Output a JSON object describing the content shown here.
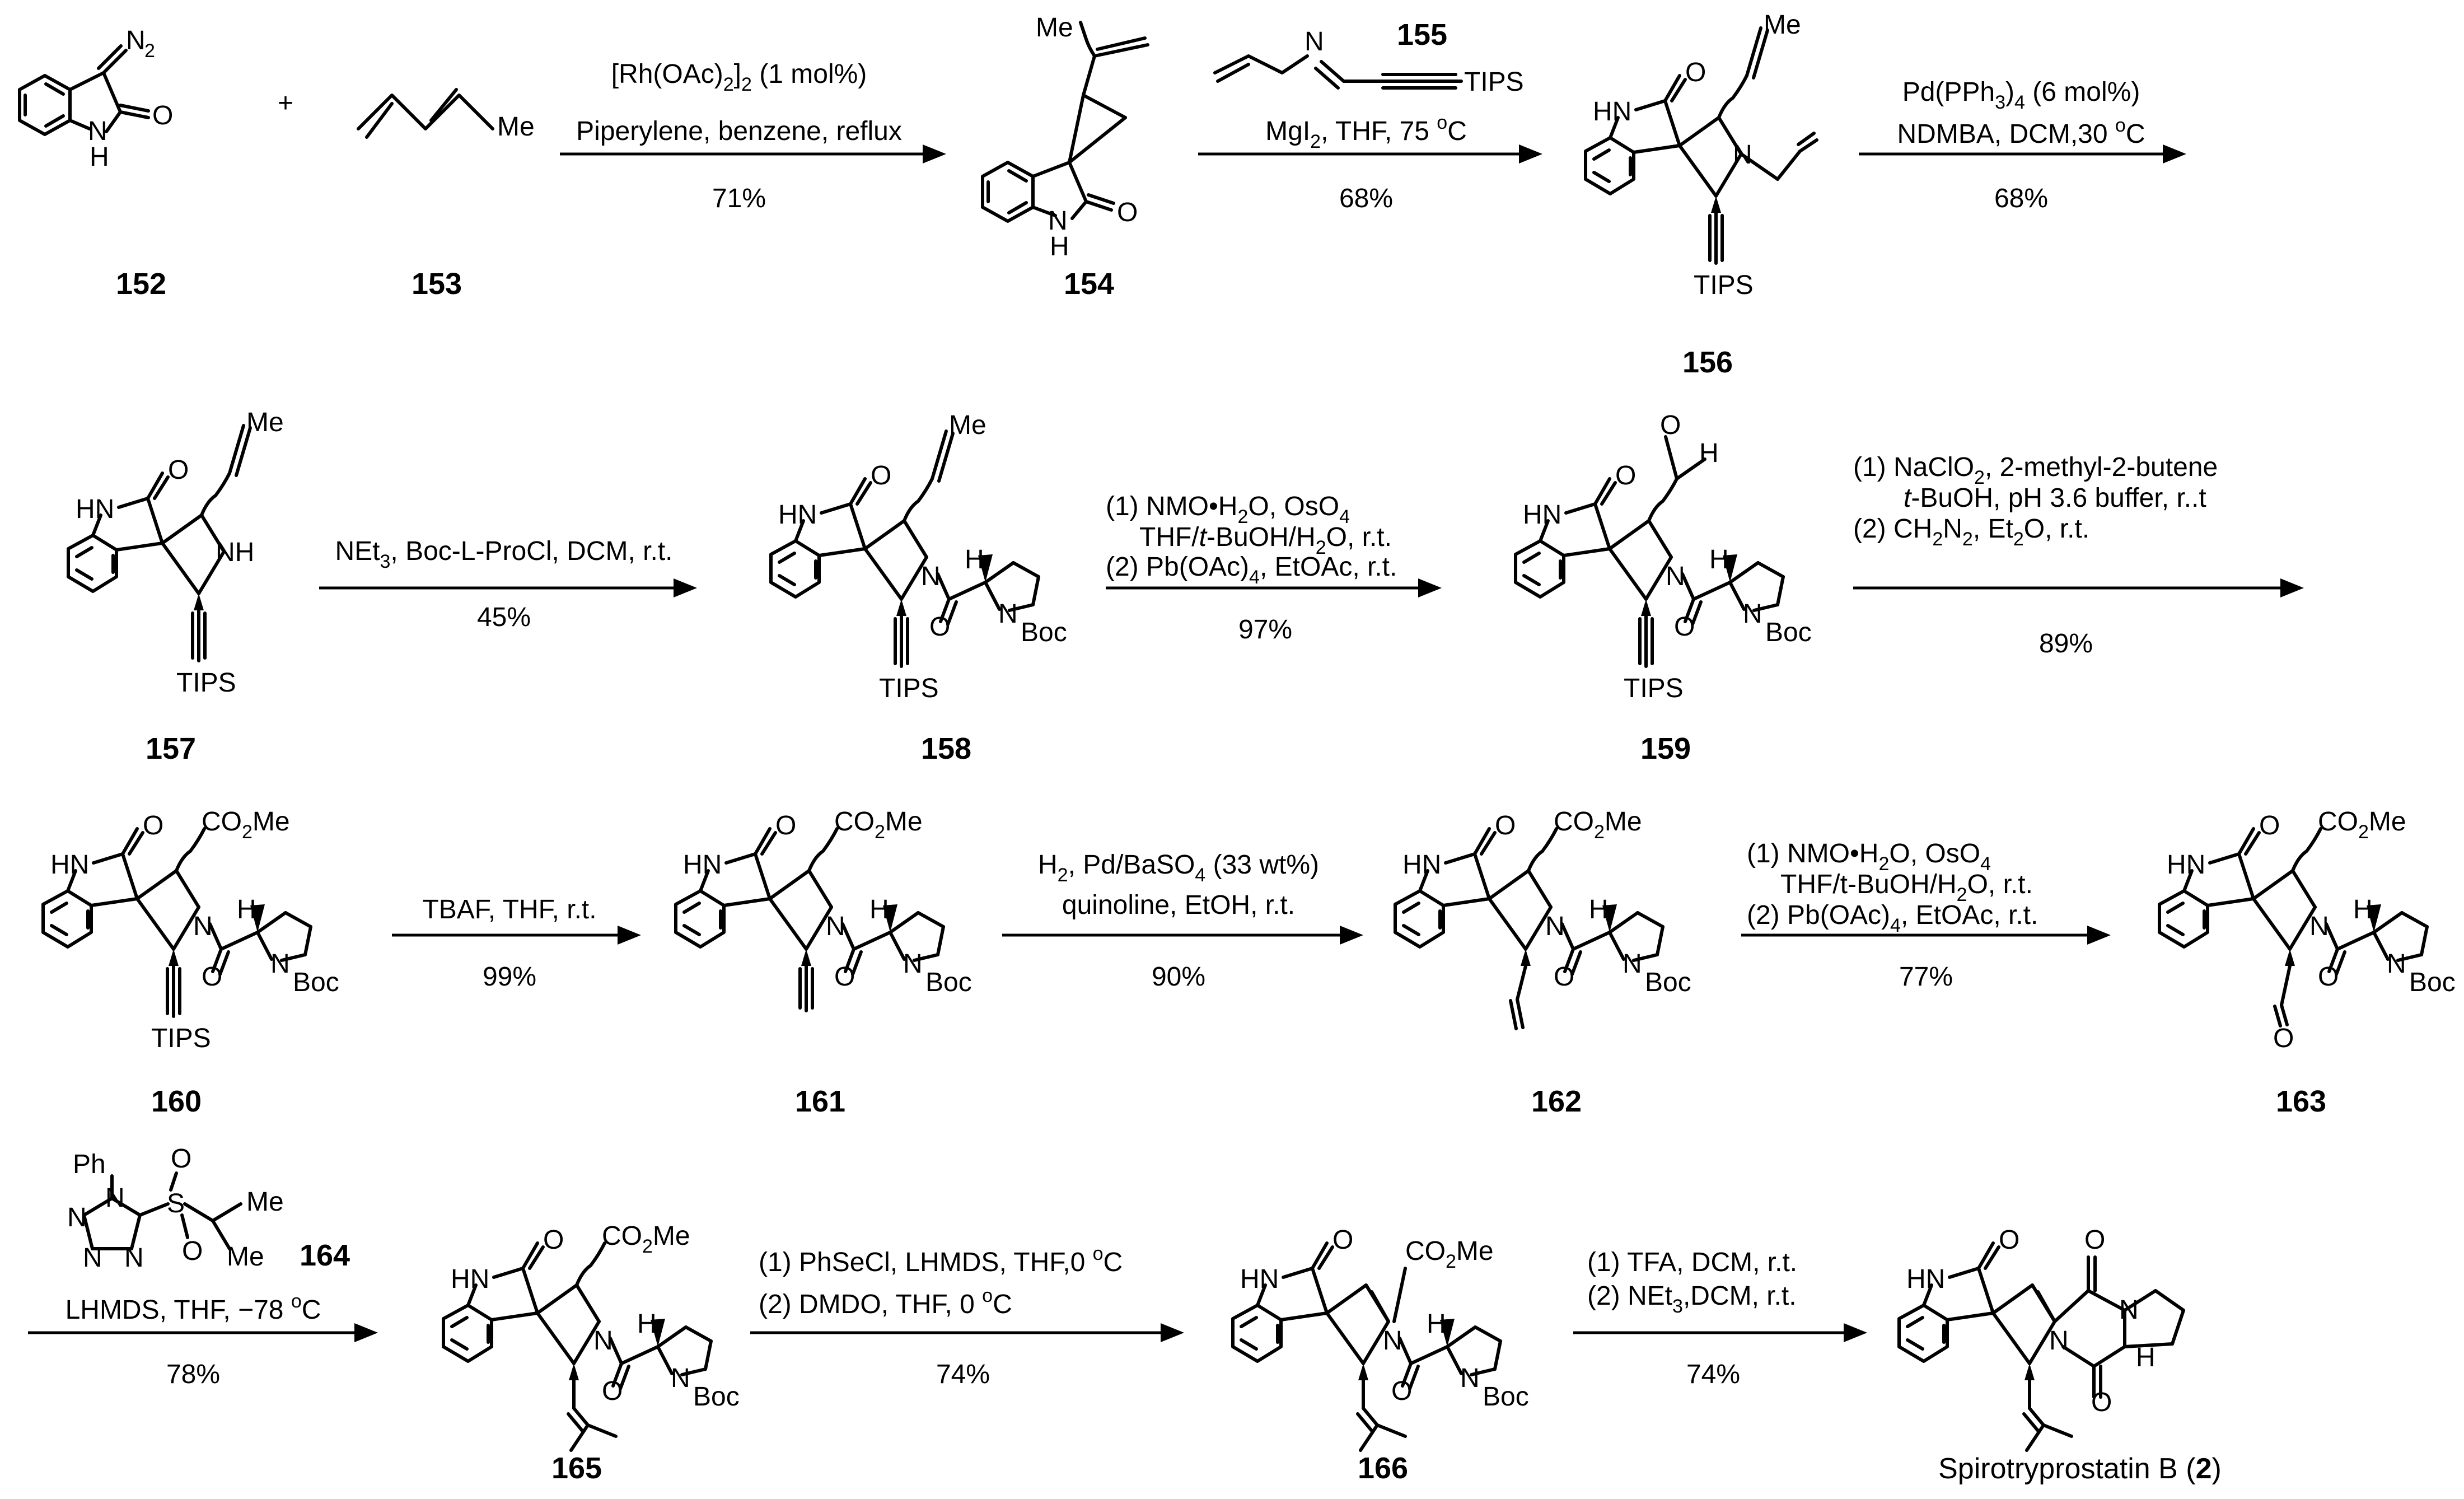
{
  "compounds": {
    "c152": "152",
    "c153": "153",
    "c154": "154",
    "c155": "155",
    "c156": "156",
    "c157": "157",
    "c158": "158",
    "c159": "159",
    "c160": "160",
    "c161": "161",
    "c162": "162",
    "c163": "163",
    "c164": "164",
    "c165": "165",
    "c166": "166",
    "final_prefix": "Spirotryprostatin B (",
    "final_num": "2",
    "final_suffix": ")"
  },
  "reagents": {
    "r1": {
      "l1a": "[Rh(OAc)",
      "l1b": "2",
      "l1c": "]",
      "l1d": "2",
      "l1e": " (1 mol%)",
      "l2": "Piperylene, benzene, reflux",
      "yield": "71%"
    },
    "r2": {
      "l1a": "MgI",
      "l1b": "2",
      "l1c": ", THF, 75 ",
      "l1d": "o",
      "l1e": "C",
      "yield": "68%"
    },
    "r3": {
      "l1a": "Pd(PPh",
      "l1b": "3",
      "l1c": ")",
      "l1d": "4",
      "l1e": " (6 mol%)",
      "l2a": "NDMBA, DCM,30 ",
      "l2b": "o",
      "l2c": "C",
      "yield": "68%"
    },
    "r4": {
      "l1a": "NEt",
      "l1b": "3",
      "l1c": ", Boc-L-ProCl, DCM, r.t.",
      "yield": "45%"
    },
    "r5": {
      "l1a": "(1) NMO•H",
      "l1b": "2",
      "l1c": "O, OsO",
      "l1d": "4",
      "l2a": "THF/",
      "l2b": "t",
      "l2c": "-BuOH/H",
      "l2d": "2",
      "l2e": "O, r.t.",
      "l3a": "(2) Pb(OAc)",
      "l3b": "4",
      "l3c": ", EtOAc, r.t.",
      "yield": "97%"
    },
    "r6": {
      "l1": "(1) NaClO",
      "l1b": "2",
      "l1c": ", 2-methyl-2-butene",
      "l2a": "t",
      "l2b": "-BuOH, pH 3.6 buffer, r..t",
      "l3a": "(2) CH",
      "l3b": "2",
      "l3c": "N",
      "l3d": "2",
      "l3e": ", Et",
      "l3f": "2",
      "l3g": "O, r.t.",
      "yield": "89%"
    },
    "r7": {
      "l1": "TBAF, THF, r.t.",
      "yield": "99%"
    },
    "r8": {
      "l1a": "H",
      "l1b": "2",
      "l1c": ", Pd/BaSO",
      "l1d": "4",
      "l1e": " (33 wt%)",
      "l2": "quinoline, EtOH, r.t.",
      "yield": "90%"
    },
    "r9": {
      "l1a": "(1) NMO•H",
      "l1b": "2",
      "l1c": "O, OsO",
      "l1d": "4",
      "l2a": "THF/t-BuOH/H",
      "l2b": "2",
      "l2c": "O, r.t.",
      "l3a": "(2) Pb(OAc)",
      "l3b": "4",
      "l3c": ", EtOAc, r.t.",
      "yield": "77%"
    },
    "r10": {
      "l1a": "LHMDS, THF, −78 ",
      "l1b": "o",
      "l1c": "C",
      "yield": "78%"
    },
    "r11": {
      "l1a": "(1) PhSeCl, LHMDS, THF,0 ",
      "l1b": "o",
      "l1c": "C",
      "l2a": "(2) DMDO, THF, 0 ",
      "l2b": "o",
      "l2c": "C",
      "yield": "74%"
    },
    "r12": {
      "l1": "(1) TFA, DCM, r.t.",
      "l2a": "(2) NEt",
      "l2b": "3",
      "l2c": ",DCM, r.t.",
      "yield": "74%"
    }
  },
  "atoms": {
    "N": "N",
    "NH": "NH",
    "HN": "HN",
    "H": "H",
    "O": "O",
    "Me": "Me",
    "N2": "N",
    "N2sub": "2",
    "TIPS": "TIPS",
    "Boc": "Boc",
    "CO2Me_a": "CO",
    "CO2Me_b": "2",
    "CO2Me_c": "Me",
    "Ph": "Ph",
    "S": "S",
    "plus": "+"
  }
}
